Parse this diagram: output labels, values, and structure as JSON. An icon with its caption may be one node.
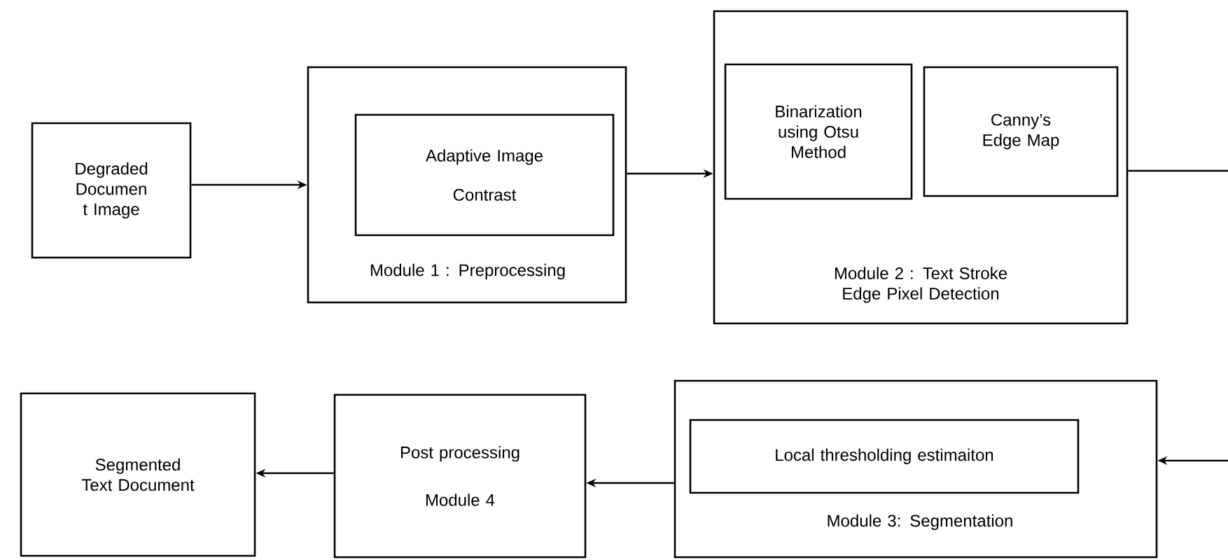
{
  "diagram": {
    "nodes": [
      {
        "text": [
          "Degraded Documen t Image"
        ]
      },
      {
        "text": [
          "Module 1 : Preprocessing"
        ]
      },
      {
        "text": [
          "Adaptive Image Contrast"
        ],
        "in": 1
      },
      {
        "text": [
          "Module 2 : Text Stroke Edge Pixel Detection"
        ]
      },
      {
        "text": [
          "Binarization using Otsu Method"
        ],
        "in": 3
      },
      {
        "text": [
          "Canny’s Edge Map"
        ],
        "in": 3
      },
      {
        "text": [
          "Module 3: Segmentation"
        ]
      },
      {
        "text": [
          "Local thresholding estimaiton"
        ],
        "in": 6
      },
      {
        "text": [
          "Post processing Module 4"
        ]
      },
      {
        "text": [
          "Segmented Text Document"
        ]
      }
    ],
    "edges": [
      {
        "from": 0,
        "to": 1,
        "arrow": "to"
      },
      {
        "from": 1,
        "to": 3,
        "arrow": "to"
      },
      {
        "from": 3,
        "to": null,
        "arrow": "none"
      },
      {
        "from": null,
        "to": 6,
        "arrow": "to"
      },
      {
        "from": 6,
        "to": 8,
        "arrow": "to"
      },
      {
        "from": 8,
        "to": 9,
        "arrow": "to"
      }
    ]
  }
}
